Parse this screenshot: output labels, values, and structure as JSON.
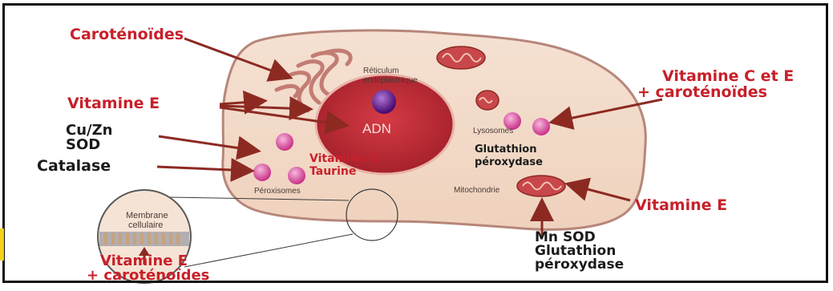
{
  "labels": {
    "carotenoides": "Caroténoïdes",
    "vitamine_e_left": "Vitamine E",
    "cu_zn": "Cu/Zn",
    "sod": "SOD",
    "catalase": "Catalase",
    "vitamine_c_e_line1": "Vitamine C et E",
    "vitamine_c_e_line2": "+ caroténoïdes",
    "vitamine_e_right": "Vitamine E",
    "mn_sod": "Mn SOD",
    "glutathion": "Glutathion",
    "peroxydase": "péroxydase",
    "vitamine_e_bottom": "Vitamine E",
    "carotenoides_bottom": "+ caroténoïdes"
  },
  "cell_labels": {
    "reticulum_line1": "Réticulum",
    "reticulum_line2": "endoplasmique",
    "adn": "ADN",
    "lysosomes": "Lysosomes",
    "glutathion": "Glutathion",
    "peroxydase": "péroxydase",
    "vitamine_c": "Vitamine C",
    "taurine": "Taurine",
    "peroxisomes": "Péroxisomes",
    "mitochondrie": "Mitochondrie",
    "membrane_line1": "Membrane",
    "membrane_line2": "cellulaire"
  },
  "colors": {
    "cell_fill": "#f2d9c6",
    "cell_border": "#b7867a",
    "nucleus_fill": "#bf2a33",
    "nucleolus_fill": "#6a1f8a",
    "organelle": "#c8474a",
    "vesicle": "#d94fa0",
    "label_red": "#c8202a",
    "arrow": "#8c2a22"
  }
}
